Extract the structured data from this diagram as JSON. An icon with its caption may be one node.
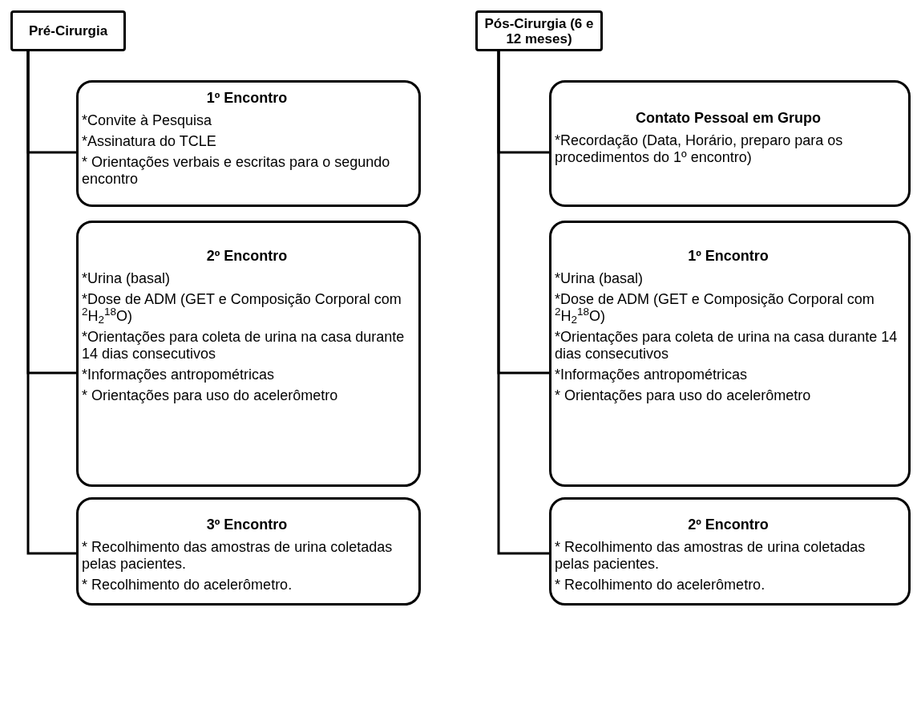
{
  "diagram": {
    "nodes": [
      {
        "text": [
          "Pré-Cirurgia"
        ]
      },
      {
        "text": [
          "1º Encontro",
          "*Convite à Pesquisa",
          "*Assinatura do TCLE",
          "* Orientações verbais e escritas para o segundo encontro"
        ]
      },
      {
        "text": [
          "2º Encontro",
          "*Urina (basal)",
          "*Dose de ADM (GET e Composição Corporal com $^{2}$H$_{2}$$^{18}$O)",
          "*Orientações para coleta de urina na casa durante 14 dias consecutivos",
          "*Informações antropométricas",
          "* Orientações para uso do acelerômetro"
        ]
      },
      {
        "text": [
          "3º Encontro",
          "* Recolhimento das amostras de urina coletadas pelas pacientes.",
          "* Recolhimento do acelerômetro."
        ]
      },
      {
        "text": [
          "Pós-Cirurgia (6 e 12 meses)"
        ]
      },
      {
        "text": [
          "Contato Pessoal em Grupo",
          "*Recordação (Data, Horário, preparo para os procedimentos do 1º encontro)"
        ]
      },
      {
        "text": [
          "1º Encontro",
          "*Urina (basal)",
          "*Dose de ADM (GET e Composição Corporal com $^{2}$H$_{2}$$^{18}$O)",
          "*Orientações para coleta de urina na casa durante 14 dias consecutivos",
          "*Informações antropométricas",
          "* Orientações para uso do acelerômetro"
        ]
      },
      {
        "text": [
          "2º Encontro",
          "* Recolhimento das amostras de urina coletadas pelas pacientes.",
          "* Recolhimento do acelerômetro."
        ]
      }
    ],
    "edges": [
      {
        "from": 0,
        "to": 1,
        "arrow": "none"
      },
      {
        "from": 0,
        "to": 2,
        "arrow": "none"
      },
      {
        "from": 0,
        "to": 3,
        "arrow": "none"
      },
      {
        "from": 4,
        "to": 5,
        "arrow": "none"
      },
      {
        "from": 4,
        "to": 6,
        "arrow": "none"
      },
      {
        "from": 4,
        "to": 7,
        "arrow": "none"
      }
    ]
  }
}
